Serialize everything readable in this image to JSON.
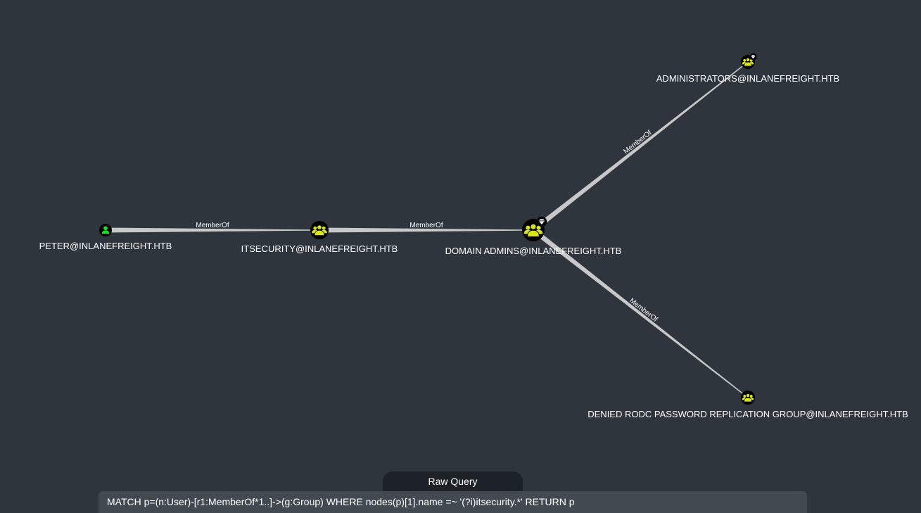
{
  "graph": {
    "nodes": [
      {
        "id": "peter",
        "label": "PETER@INLANEFREIGHT.HTB",
        "kind": "user",
        "icon": "user-icon",
        "color": "#17e625",
        "highvalue": false
      },
      {
        "id": "itsecurity",
        "label": "ITSECURITY@INLANEFREIGHT.HTB",
        "kind": "group",
        "icon": "group-icon",
        "color": "#dbe617",
        "highvalue": false
      },
      {
        "id": "domainadmins",
        "label": "DOMAIN ADMINS@INLANEFREIGHT.HTB",
        "kind": "group",
        "icon": "group-icon",
        "color": "#dbe617",
        "highvalue": true
      },
      {
        "id": "administrators",
        "label": "ADMINISTRATORS@INLANEFREIGHT.HTB",
        "kind": "group",
        "icon": "group-icon",
        "color": "#dbe617",
        "highvalue": true
      },
      {
        "id": "deniedrodc",
        "label": "DENIED RODC PASSWORD REPLICATION GROUP@INLANEFREIGHT.HTB",
        "kind": "group",
        "icon": "group-icon",
        "color": "#dbe617",
        "highvalue": false
      }
    ],
    "edges": [
      {
        "from": "peter",
        "to": "itsecurity",
        "label": "MemberOf"
      },
      {
        "from": "itsecurity",
        "to": "domainadmins",
        "label": "MemberOf"
      },
      {
        "from": "domainadmins",
        "to": "administrators",
        "label": "MemberOf"
      },
      {
        "from": "domainadmins",
        "to": "deniedrodc",
        "label": "MemberOf"
      }
    ]
  },
  "raw_query": {
    "tab_label": "Raw Query",
    "value": "MATCH p=(n:User)-[r1:MemberOf*1..]->(g:Group) WHERE nodes(p)[1].name =~ '(?i)itsecurity.*' RETURN p"
  },
  "colors": {
    "background": "#2f353d",
    "edge": "#c8c8c8",
    "user": "#17e625",
    "group": "#dbe617",
    "node_fill": "#000000"
  }
}
